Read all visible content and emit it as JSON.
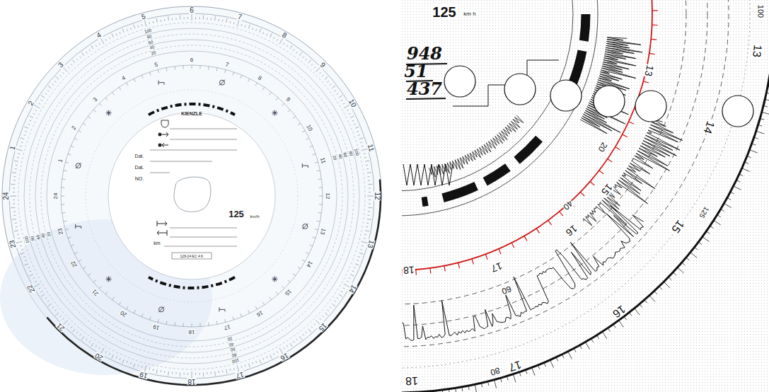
{
  "diagram": {
    "labels": [
      "1",
      "2",
      "3",
      "4",
      "5",
      "6",
      "7",
      "8",
      "9",
      "10",
      "11",
      "12",
      "13",
      "14",
      "15",
      "16",
      "17",
      "18",
      "19",
      "20",
      "21",
      "22",
      "23",
      "24",
      "1",
      "2",
      "3",
      "4",
      "5",
      "6",
      "7",
      "8",
      "9",
      "10",
      "11",
      "12",
      "13",
      "14",
      "15",
      "16",
      "17",
      "18",
      "19",
      "20",
      "21",
      "22",
      "23",
      "24",
      "20",
      "40",
      "60",
      "80",
      "100",
      "20",
      "40",
      "60",
      "80",
      "100",
      "20",
      "40",
      "60",
      "80",
      "100",
      "20",
      "40",
      "60",
      "80",
      "100",
      "KIENZLE",
      "Dat.",
      "Dat.",
      "NO.",
      "125",
      "km/h",
      "km",
      "128-24 EC 4 K",
      "125",
      "km h",
      "948",
      "51",
      "437",
      "13",
      "14",
      "15",
      "16",
      "17",
      "18",
      "13",
      "15",
      "16",
      "17",
      "18",
      "20",
      "40",
      "60",
      "80",
      "100",
      "125"
    ]
  }
}
